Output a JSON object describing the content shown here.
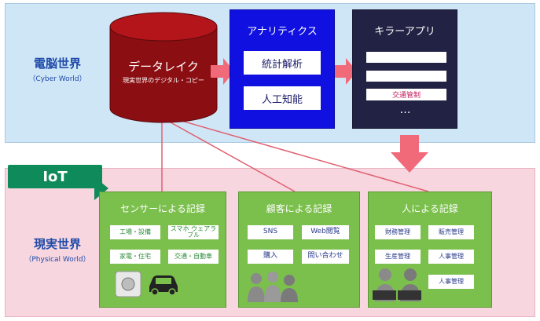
{
  "cyber_world": {
    "title": "電脳世界",
    "subtitle": "（Cyber World）"
  },
  "physical_world": {
    "title": "現実世界",
    "subtitle": "（Physical World）"
  },
  "iot_label": "IoT",
  "data_lake": {
    "title": "データレイク",
    "subtitle": "現実世界のデジタル・コピー"
  },
  "analytics": {
    "title": "アナリティクス",
    "items": [
      "統計解析",
      "人工知能"
    ]
  },
  "killer_apps": {
    "title": "キラーアプリ",
    "highlight": "交通管制",
    "more": "…"
  },
  "panels": {
    "sensor": {
      "title": "センサーによる記録",
      "tags": [
        "工場・設備",
        "スマホ ウェアラブル",
        "家電・住宅",
        "交通・自動車"
      ]
    },
    "customer": {
      "title": "顧客による記録",
      "tags": [
        "SNS",
        "Web閲覧",
        "購入",
        "問い合わせ"
      ]
    },
    "people": {
      "title": "人による記録",
      "tags": [
        "財務管理",
        "販売管理",
        "生産管理",
        "人事管理",
        "人事管理"
      ]
    }
  },
  "colors": {
    "arrow": "#f06a7a",
    "analytics_box": "#1010e0",
    "killer_box": "#222244",
    "data_lake": "#8b0f12",
    "panel_green": "#7bbf4c",
    "iot_green": "#0f8a5b"
  },
  "icons": [
    "database-cylinder-icon",
    "sensor-device-icon",
    "car-icon",
    "people-group-icon",
    "laptop-user-icon"
  ]
}
